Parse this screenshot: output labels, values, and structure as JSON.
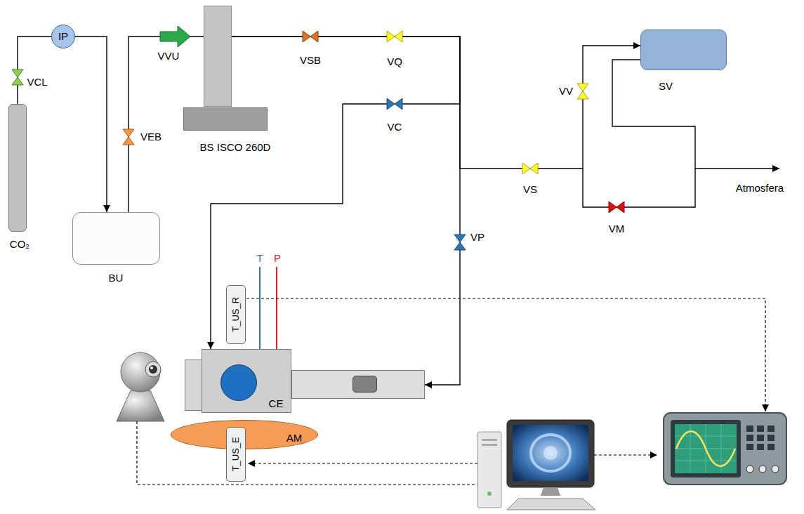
{
  "diagram": {
    "nodes": [
      {
        "text": [
          "IP"
        ]
      },
      {
        "text": [
          "BS ISCO 260D"
        ]
      },
      {
        "text": [
          "SV"
        ]
      },
      {
        "text": [
          "CO₂"
        ]
      },
      {
        "text": [
          "BU"
        ]
      },
      {
        "text": [
          "T_US_R"
        ]
      },
      {
        "text": [
          "CE"
        ]
      },
      {
        "text": [
          "AM"
        ]
      },
      {
        "text": [
          "T_US_E"
        ]
      }
    ],
    "edges": [
      {
        "from": 3,
        "to": 0,
        "arrow": "none"
      },
      {
        "from": 0,
        "to": 4,
        "arrow": "to"
      },
      {
        "from": 4,
        "to": 1,
        "arrow": "none"
      },
      {
        "from": 1,
        "to": 6,
        "arrow": "to"
      },
      {
        "from": 1,
        "to": 6,
        "arrow": "to"
      },
      {
        "from": 1,
        "to": 2,
        "arrow": "to"
      }
    ],
    "labels": [
      "VCL",
      "VVU",
      "VEB",
      "VSB",
      "VQ",
      "VC",
      "VS",
      "VV",
      "VM",
      "Atmosfera",
      "VP",
      "T",
      "P"
    ]
  }
}
